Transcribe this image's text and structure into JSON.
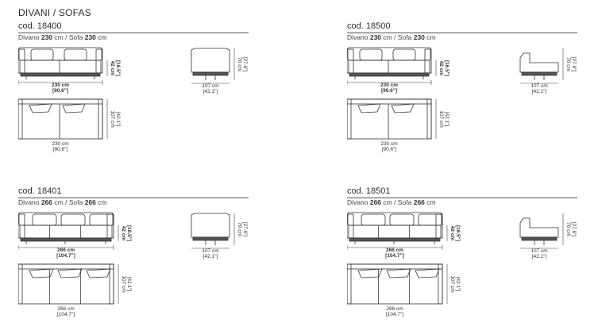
{
  "header": {
    "title": "DIVANI / SOFAS"
  },
  "products": [
    {
      "code": "cod. 18400",
      "sub_it": "Divano",
      "sub_it_size": "230",
      "sub_en": "/ Sofa",
      "sub_en_size": "230",
      "unit": "cm",
      "front": {
        "width_cm": "230 cm",
        "width_in": "[90.6\"]",
        "height_cm": "42 cm",
        "height_in": "[16.5\"]"
      },
      "side": {
        "depth_cm": "107 cm",
        "depth_in": "[42.1\"]",
        "height_cm": "70 cm",
        "height_in": "[27.6\"]"
      },
      "top": {
        "width_cm": "230 cm",
        "width_in": "[90.6\"]",
        "depth_cm": "107 cm",
        "depth_in": "[42.1\"]"
      }
    },
    {
      "code": "cod. 18500",
      "sub_it": "Divano",
      "sub_it_size": "230",
      "sub_en": "/ Sofa",
      "sub_en_size": "230",
      "unit": "cm",
      "front": {
        "width_cm": "230 cm",
        "width_in": "[90.6\"]",
        "height_cm": "42 cm",
        "height_in": "[16.5\"]"
      },
      "side": {
        "depth_cm": "107 cm",
        "depth_in": "[42.1\"]",
        "height_cm": "70 cm",
        "height_in": "[27.6\"]"
      },
      "top": {
        "width_cm": "230 cm",
        "width_in": "[90.6\"]",
        "depth_cm": "107 cm",
        "depth_in": "[42.1\"]"
      }
    },
    {
      "code": "cod. 18401",
      "sub_it": "Divano",
      "sub_it_size": "266",
      "sub_en": "/ Sofa",
      "sub_en_size": "266",
      "unit": "cm",
      "front": {
        "width_cm": "266 cm",
        "width_in": "[104.7\"]",
        "height_cm": "42 cm",
        "height_in": "[16.5\"]"
      },
      "side": {
        "depth_cm": "107 cm",
        "depth_in": "[42.1\"]",
        "height_cm": "70 cm",
        "height_in": "[27.6\"]"
      },
      "top": {
        "width_cm": "266 cm",
        "width_in": "[104.7\"]",
        "depth_cm": "107 cm",
        "depth_in": "[42.1\"]"
      }
    },
    {
      "code": "cod. 18501",
      "sub_it": "Divano",
      "sub_it_size": "266",
      "sub_en": "/ Sofa",
      "sub_en_size": "266",
      "unit": "cm",
      "front": {
        "width_cm": "266 cm",
        "width_in": "[104.7\"]",
        "height_cm": "42 cm",
        "height_in": "[16.5\"]"
      },
      "side": {
        "depth_cm": "107 cm",
        "depth_in": "[42.1\"]",
        "height_cm": "70 cm",
        "height_in": "[27.6\"]"
      },
      "top": {
        "width_cm": "266 cm",
        "width_in": "[104.7\"]",
        "depth_cm": "107 cm",
        "depth_in": "[42.1\"]"
      }
    }
  ]
}
